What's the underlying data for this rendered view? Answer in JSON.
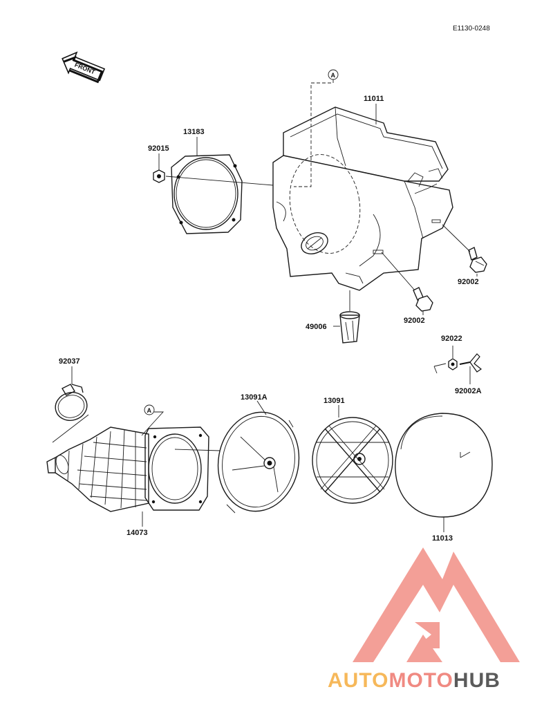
{
  "diagram_ref": "E1130-0248",
  "front_label": "FRONT",
  "marker_letter": "A",
  "parts": {
    "p11011": "11011",
    "p13183": "13183",
    "p92015": "92015",
    "p92002_right": "92002",
    "p92002_center": "92002",
    "p49006": "49006",
    "p92022": "92022",
    "p92002A": "92002A",
    "p92037": "92037",
    "p13091A": "13091A",
    "p13091": "13091",
    "p14073": "14073",
    "p11013": "11013"
  },
  "watermark": {
    "part1": "AUTO",
    "part2": "MOTO",
    "part3": "HUB",
    "color1": "#f6b85a",
    "color2": "#f08a82",
    "color3": "#5a5a5a",
    "logo_color": "#f2958c"
  }
}
